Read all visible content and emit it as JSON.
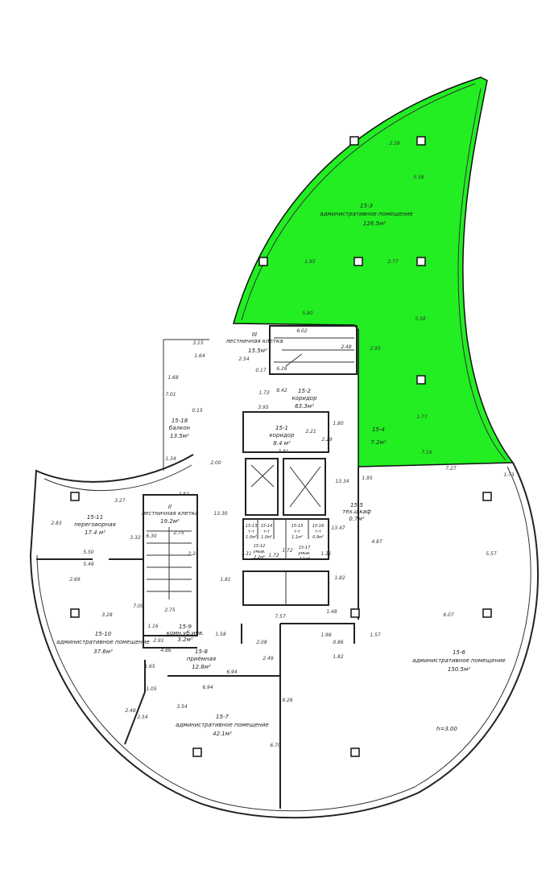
{
  "colors": {
    "highlight": "#22ee22",
    "walls": "#222222",
    "background": "#ffffff"
  },
  "rooms": {
    "r1": {
      "id": "15-1",
      "name": "коридор",
      "area": "8.4 м²"
    },
    "r2": {
      "id": "15-2",
      "name": "коридор",
      "area": "63.3м²"
    },
    "r3": {
      "id": "15-3",
      "name": "административное помещение",
      "area": "126.5м²"
    },
    "r4": {
      "id": "15-4",
      "area": "7.2м²"
    },
    "r5": {
      "id": "15-5",
      "name": "тех.шкаф",
      "area": "0.7м²"
    },
    "r6": {
      "id": "15-6",
      "name": "административное помещение",
      "area": "150.5м²"
    },
    "r7": {
      "id": "15-7",
      "name": "административное помещение",
      "area": "42.1м²"
    },
    "r8": {
      "id": "15-8",
      "name": "приёмная",
      "area": "12.8м²"
    },
    "r9": {
      "id": "15-9",
      "name": "комн.уб.инв.",
      "area": "3.2м²"
    },
    "r10": {
      "id": "15-10",
      "name": "административное помещение",
      "area": "37.6м²"
    },
    "r11": {
      "id": "15-11",
      "name": "переговорная",
      "area": "17.4 м²"
    },
    "r12": {
      "id": "15-12",
      "name": "умыв.",
      "area": "2.2м²"
    },
    "r13": {
      "id": "15-13",
      "name": "т-т",
      "area": "1.0м²"
    },
    "r14": {
      "id": "15-14",
      "name": "т-т",
      "area": "1.0м²"
    },
    "r15": {
      "id": "15-15",
      "name": "т-т",
      "area": "1.1м²"
    },
    "r16": {
      "id": "15-16",
      "name": "т-т",
      "area": "0.9м²"
    },
    "r17": {
      "id": "15-17",
      "name": "умыв.",
      "area": "2.1м²"
    },
    "r18": {
      "id": "15-18",
      "name": "балкон",
      "area": "13.5м²"
    },
    "stair2": {
      "id": "II",
      "name": "лестничная клетка",
      "area": "19.2м²"
    },
    "stair3": {
      "id": "III",
      "name": "лестничная клетка",
      "area": "15.5м²"
    }
  },
  "ceiling_height": "h=3.00",
  "dimensions": [
    "2.29",
    "5.58",
    "1.95",
    "2.77",
    "5.80",
    "5.58",
    "2.95",
    "1.77",
    "7.16",
    "7.27",
    "1.73",
    "6.02",
    "2.48",
    "6.26",
    "2.54",
    "0.17",
    "3.15",
    "1.64",
    "1.68",
    "7.01",
    "8.42",
    "1.73",
    "3.95",
    "2.21",
    "2.29",
    "1.80",
    "3.81",
    "0.15",
    "1.34",
    "2.00",
    "2.82",
    "13.30",
    "13.34",
    "13.47",
    "1.95",
    "4.87",
    "5.57",
    "3.27",
    "2.83",
    "3.32",
    "6.30",
    "2.75",
    "2.24",
    "5.50",
    "5.49",
    "2.69",
    "3.28",
    "7.09",
    "2.75",
    "1.81",
    "1.82",
    "1.31",
    "1.72",
    "1.72",
    "1.31",
    "7.57",
    "1.48",
    "6.07",
    "1.16",
    "2.91",
    "4.86",
    "1.58",
    "2.08",
    "1.98",
    "0.86",
    "1.57",
    "1.82",
    "2.49",
    "1.65",
    "6.94",
    "6.94",
    "1.05",
    "2.48",
    "2.54",
    "3.54",
    "9.26",
    "6.70"
  ]
}
